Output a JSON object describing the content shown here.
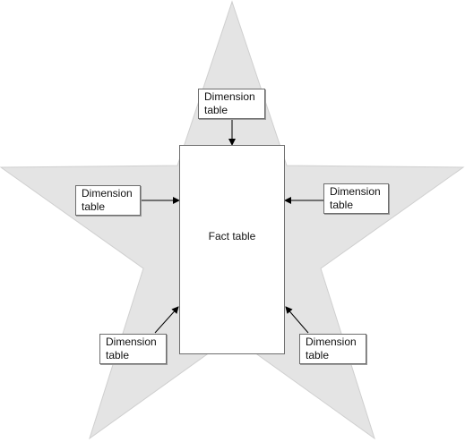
{
  "fact": {
    "label": "Fact table"
  },
  "dimensions": [
    {
      "line1": "Dimension",
      "line2": "table"
    },
    {
      "line1": "Dimension",
      "line2": "table"
    },
    {
      "line1": "Dimension",
      "line2": "table"
    },
    {
      "line1": "Dimension",
      "line2": "table"
    },
    {
      "line1": "Dimension",
      "line2": "table"
    }
  ],
  "colors": {
    "star": "#e4e4e4",
    "border": "#6e6e6e",
    "arrow": "#000000"
  }
}
